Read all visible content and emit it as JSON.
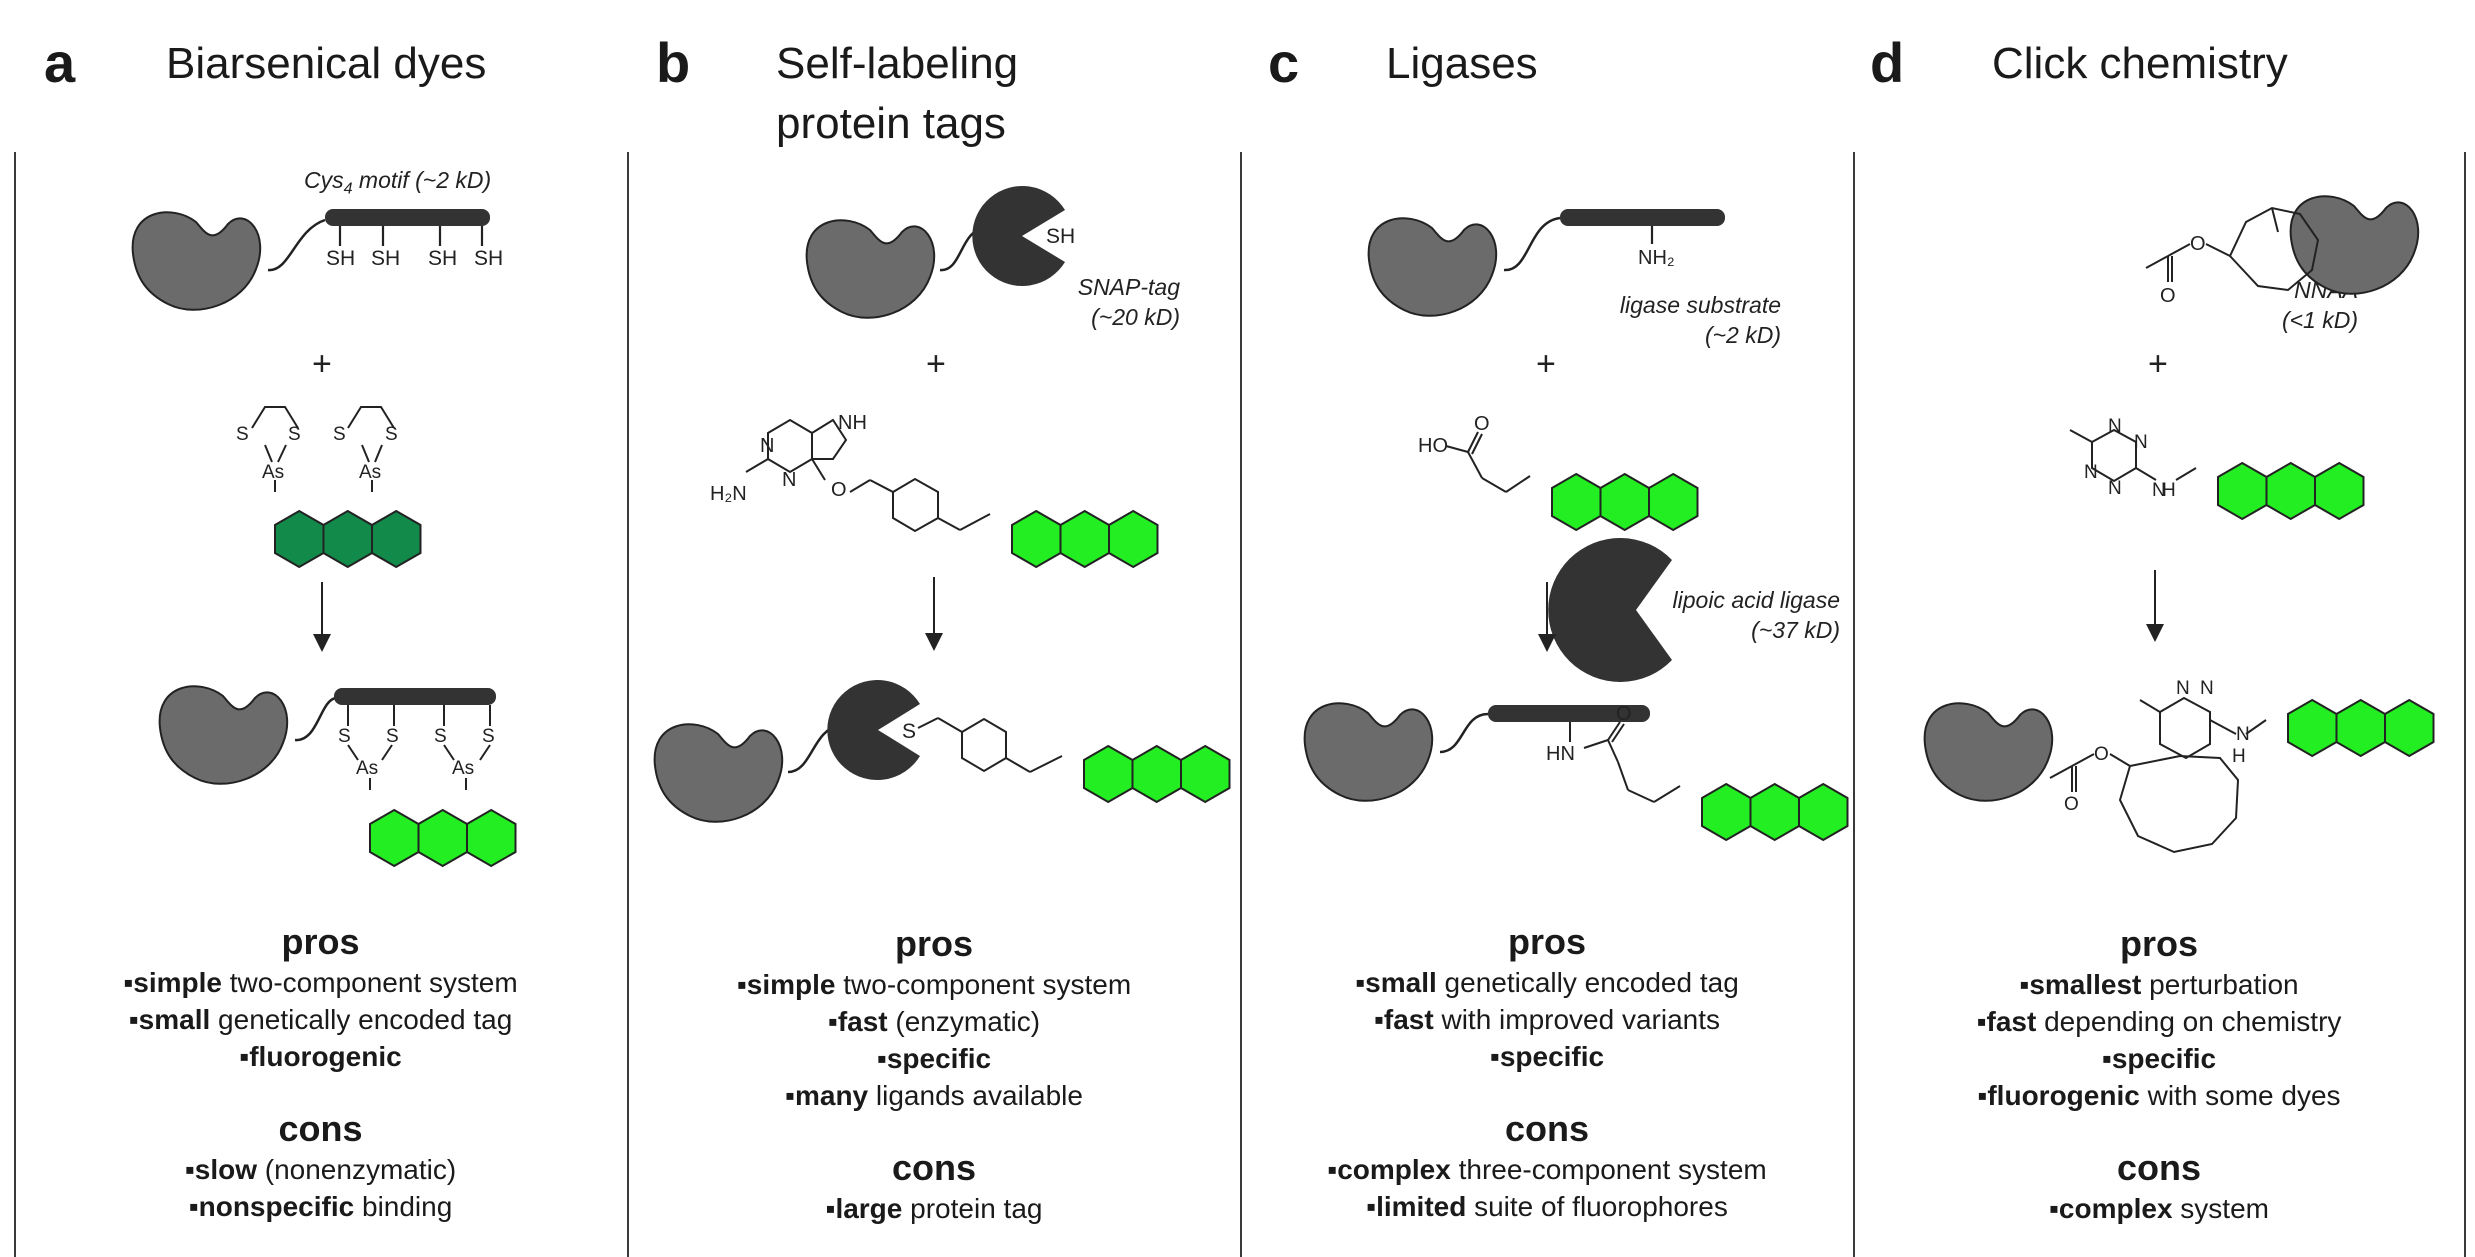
{
  "panels": [
    {
      "letter": "a",
      "title_lines": [
        "Biarsenical dyes"
      ],
      "labels": {
        "motif": "Cys",
        "motif_sub": "4",
        "motif_rest": " motif (~2 kD)"
      },
      "atoms": {
        "sh": "SH",
        "s": "S",
        "as": "As"
      },
      "plus": "+",
      "pros_header": "pros",
      "pros": [
        {
          "bold": "simple",
          "rest": " two-component system"
        },
        {
          "bold": "small",
          "rest": " genetically encoded tag"
        },
        {
          "bold": "fluorogenic",
          "rest": ""
        }
      ],
      "cons_header": "cons",
      "cons": [
        {
          "bold": "slow",
          "rest": " (nonenzymatic)"
        },
        {
          "bold": "nonspecific",
          "rest": " binding"
        }
      ]
    },
    {
      "letter": "b",
      "title_lines": [
        "Self-labeling",
        "protein tags"
      ],
      "labels": {
        "tag_line1": "SNAP-tag",
        "tag_line2": "(~20 kD)"
      },
      "atoms": {
        "sh": "SH",
        "s": "S",
        "nh": "NH",
        "n": "N",
        "h2n": "H₂N",
        "o": "O"
      },
      "plus": "+",
      "pros_header": "pros",
      "pros": [
        {
          "bold": "simple",
          "rest": " two-component system"
        },
        {
          "bold": "fast",
          "rest": " (enzymatic)"
        },
        {
          "bold": "specific",
          "rest": ""
        },
        {
          "bold": "many",
          "rest": " ligands available"
        }
      ],
      "cons_header": "cons",
      "cons": [
        {
          "bold": "large",
          "rest": " protein tag"
        }
      ]
    },
    {
      "letter": "c",
      "title_lines": [
        "Ligases"
      ],
      "labels": {
        "sub_line1": "ligase substrate",
        "sub_line2": "(~2 kD)",
        "lig_line1": "lipoic acid ligase",
        "lig_line2": "(~37 kD)"
      },
      "atoms": {
        "nh2": "NH₂",
        "ho": "HO",
        "o": "O",
        "hn": "HN"
      },
      "plus": "+",
      "pros_header": "pros",
      "pros": [
        {
          "bold": "small",
          "rest": " genetically encoded tag"
        },
        {
          "bold": "fast",
          "rest": " with improved variants"
        },
        {
          "bold": "specific",
          "rest": ""
        }
      ],
      "cons_header": "cons",
      "cons": [
        {
          "bold": "complex",
          "rest": " three-component system"
        },
        {
          "bold": "limited",
          "rest": " suite of fluorophores"
        }
      ]
    },
    {
      "letter": "d",
      "title_lines": [
        "Click chemistry"
      ],
      "labels": {
        "nnaa_line1": "NNAA",
        "nnaa_line2": "(<1 kD)"
      },
      "atoms": {
        "o": "O",
        "n": "N",
        "h": "H"
      },
      "plus": "+",
      "pros_header": "pros",
      "pros": [
        {
          "bold": "smallest",
          "rest": " perturbation"
        },
        {
          "bold": "fast",
          "rest": " depending on chemistry"
        },
        {
          "bold": "specific",
          "rest": ""
        },
        {
          "bold": "fluorogenic",
          "rest": " with some dyes"
        }
      ],
      "cons_header": "cons",
      "cons": [
        {
          "bold": "complex",
          "rest": " system"
        }
      ]
    }
  ],
  "colors": {
    "protein": "#6b6b6b",
    "tag_dark": "#333333",
    "fluor_bright": "#22ee22",
    "fluor_dark": "#128a4a"
  },
  "bullet": "▪"
}
